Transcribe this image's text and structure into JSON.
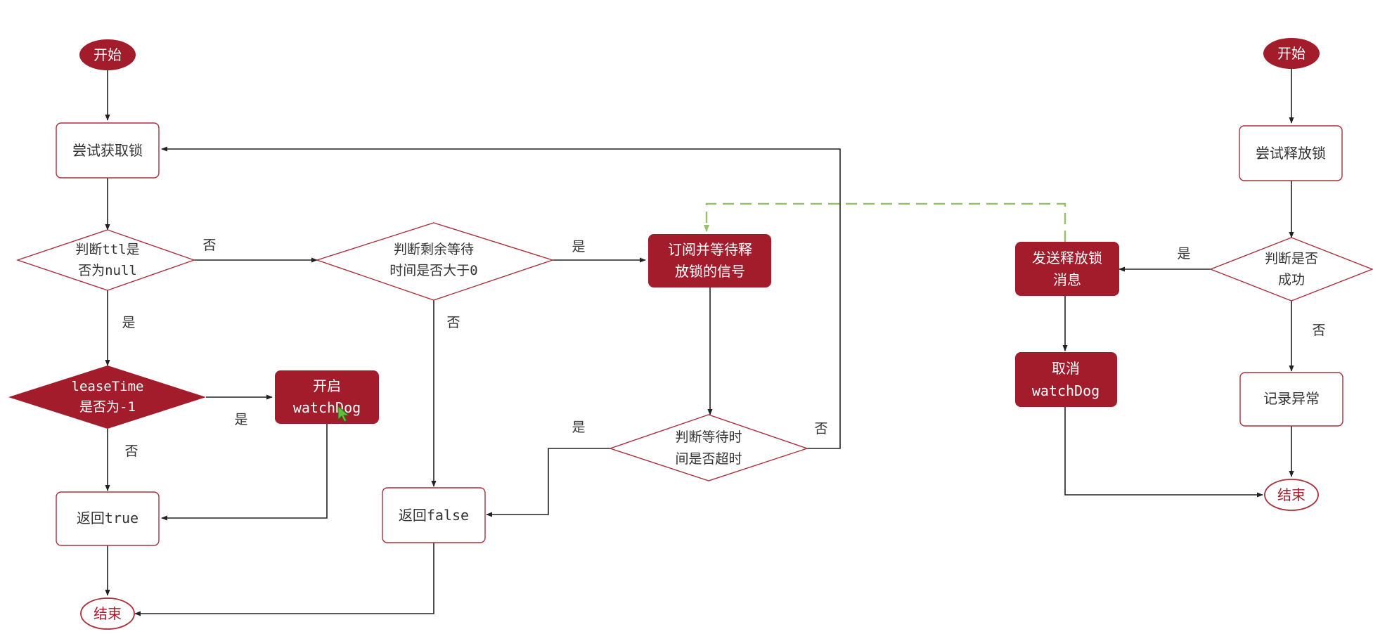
{
  "colors": {
    "brand_red": "#a21c2b",
    "stroke_red": "#a8313c",
    "line": "#222222",
    "dashed_green": "#97c06a",
    "text_dark": "#333333",
    "text_light": "#ffffff"
  },
  "lock_flow": {
    "start": "开始",
    "try_lock": "尝试获取锁",
    "ttl_check": [
      "判断ttl是",
      "否为null"
    ],
    "lease_check": [
      "leaseTime",
      "是否为-1"
    ],
    "watchdog_start": [
      "开启",
      "watchDog"
    ],
    "return_true": "返回true",
    "end": "结束",
    "wait_time_check": [
      "判断剩余等待",
      "时间是否大于0"
    ],
    "subscribe": [
      "订阅并等待释",
      "放锁的信号"
    ],
    "timeout_check": [
      "判断等待时",
      "间是否超时"
    ],
    "return_false": "返回false"
  },
  "unlock_flow": {
    "start": "开始",
    "try_unlock": "尝试释放锁",
    "success_check": [
      "判断是否",
      "成功"
    ],
    "send_release": [
      "发送释放锁",
      "消息"
    ],
    "cancel_watchdog": [
      "取消",
      "watchDog"
    ],
    "log_exception": "记录异常",
    "end": "结束"
  },
  "edge_labels": {
    "ttl_no": "否",
    "ttl_yes": "是",
    "lease_yes": "是",
    "lease_no": "否",
    "wait_yes": "是",
    "wait_no": "否",
    "timeout_yes": "是",
    "timeout_no": "否",
    "success_yes": "是",
    "success_no": "否"
  }
}
